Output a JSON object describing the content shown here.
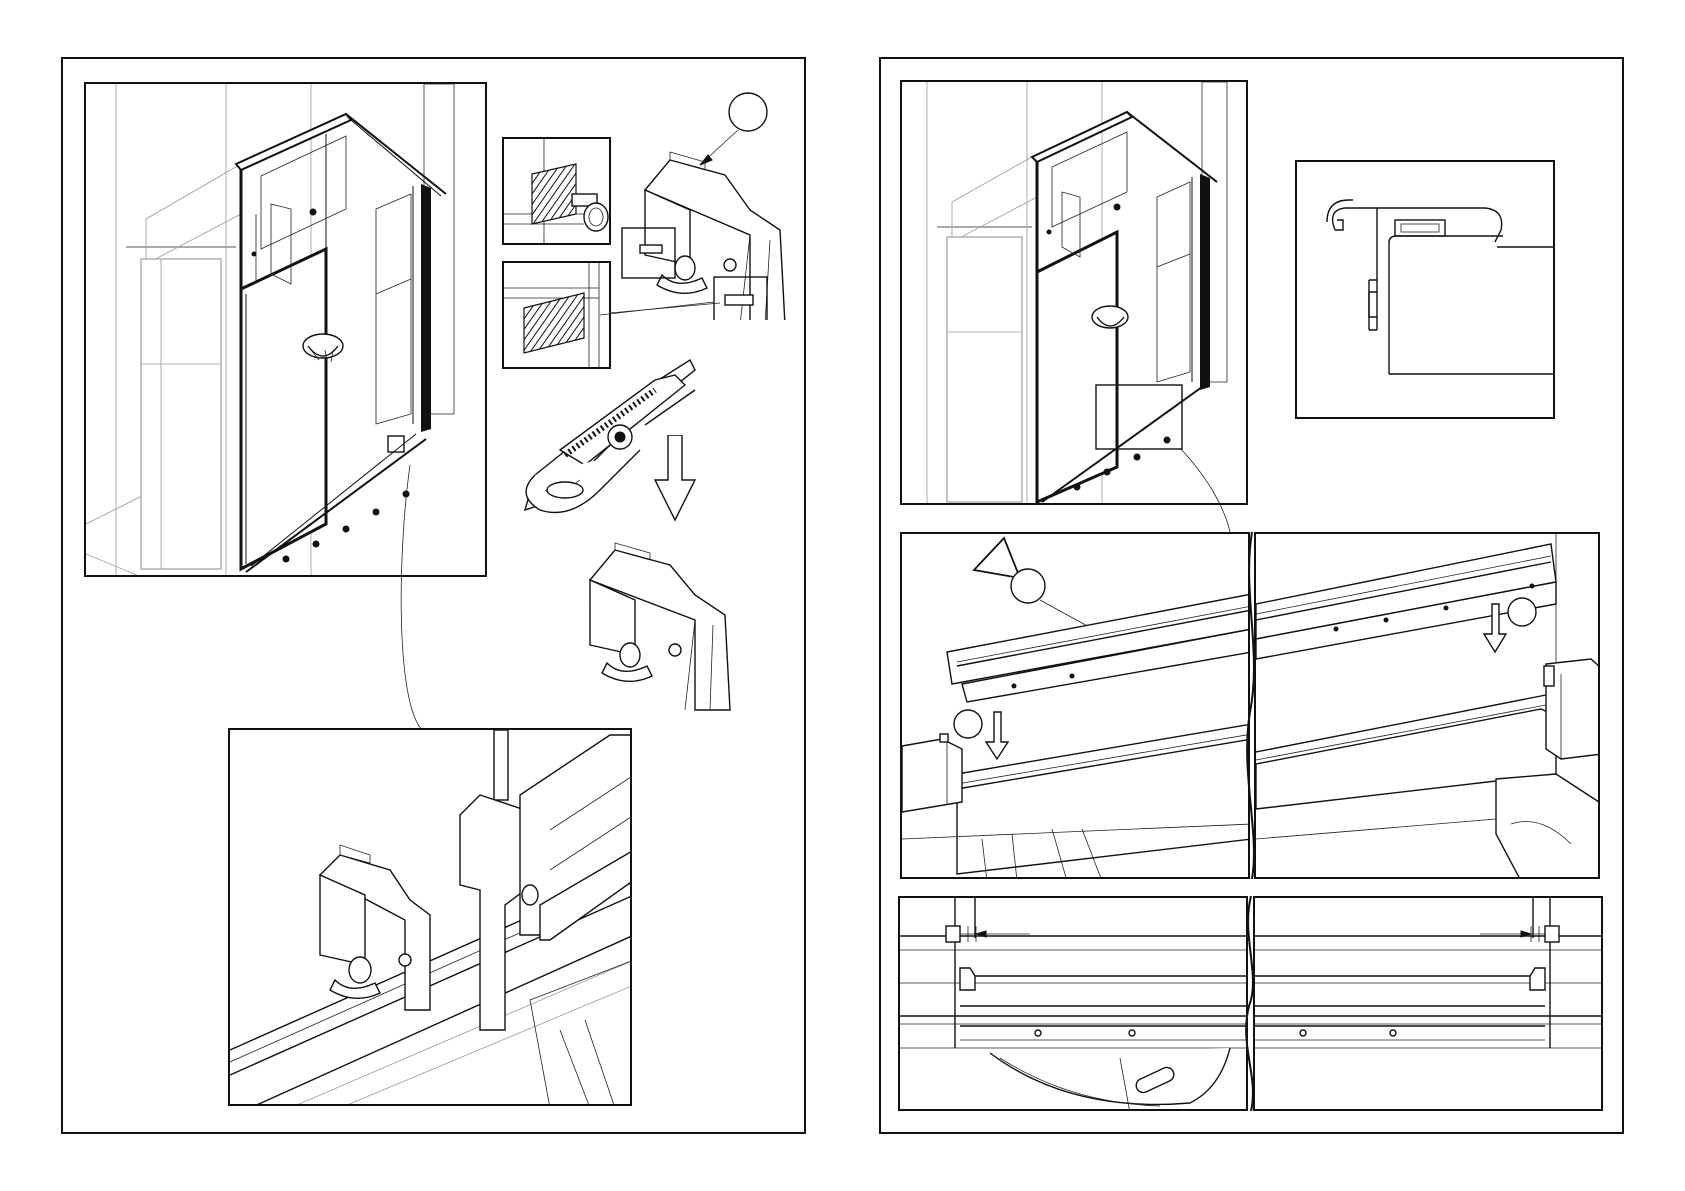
{
  "document": {
    "type": "assembly-instruction-diagram",
    "pages": [
      {
        "side": "left",
        "step_markers": [
          "",
          ""
        ],
        "panels": [
          "cabin-overview",
          "cutout-detail-top",
          "cutout-detail-bottom",
          "utility-knife",
          "bracket-after-cut",
          "track-closeup"
        ]
      },
      {
        "side": "right",
        "step_markers": [
          "",
          "",
          ""
        ],
        "warning_triangle": true,
        "panels": [
          "cabin-overview",
          "profile-section",
          "rail-left",
          "rail-right",
          "gap-left",
          "gap-right"
        ]
      }
    ]
  }
}
